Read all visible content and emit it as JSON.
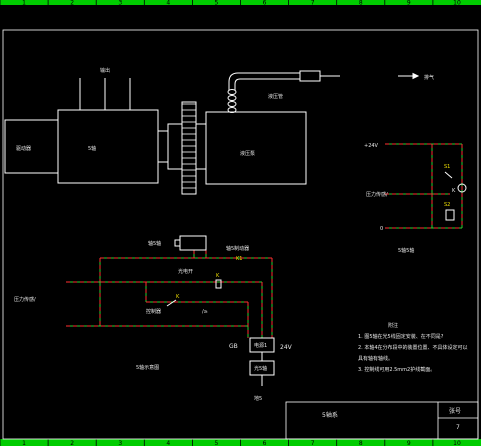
{
  "ruler": {
    "top": [
      "1",
      "2",
      "3",
      "4",
      "5",
      "6",
      "7",
      "8",
      "9",
      "10"
    ],
    "bottom": [
      "1",
      "2",
      "3",
      "4",
      "5",
      "6",
      "7",
      "8",
      "9",
      "10"
    ]
  },
  "machine": {
    "motor_label": "驱动器",
    "body_label": "5轴",
    "top_label": "输出",
    "pump_label": "液压泵",
    "pipe_label": "液压管",
    "out_label": "排气"
  },
  "right_circuit": {
    "supply": "+24V",
    "control": "压力传感/",
    "zero": "0",
    "s1": "S1",
    "s2": "S2",
    "k": "K",
    "caption": "5轴5轴"
  },
  "main_circuit": {
    "sensor": "轴5轴",
    "brake": "轴5制动器",
    "k1": "K1",
    "relay": "光电开",
    "relay_k": "K",
    "control": "压力传感/",
    "switch": "控制器",
    "switch_k": "K",
    "switch_sym": "/≥",
    "gb": "GB",
    "box1": "电源1",
    "box2": "光5轴",
    "supply": "24V",
    "ground": "地5",
    "caption": "5轴示意图"
  },
  "notes": {
    "title": "附注",
    "items": [
      "1. 图5轴在光5线固定安装、在不同是?",
      "2. 本轴4在分布段中的装置位置、不具体设定可以",
      "   具有轴有轴线。",
      "3. 控制线可用2.5mm2护线截面。"
    ]
  },
  "title_block": {
    "title": "5轴系",
    "sheet_label": "张号",
    "sheet_value": "7"
  }
}
